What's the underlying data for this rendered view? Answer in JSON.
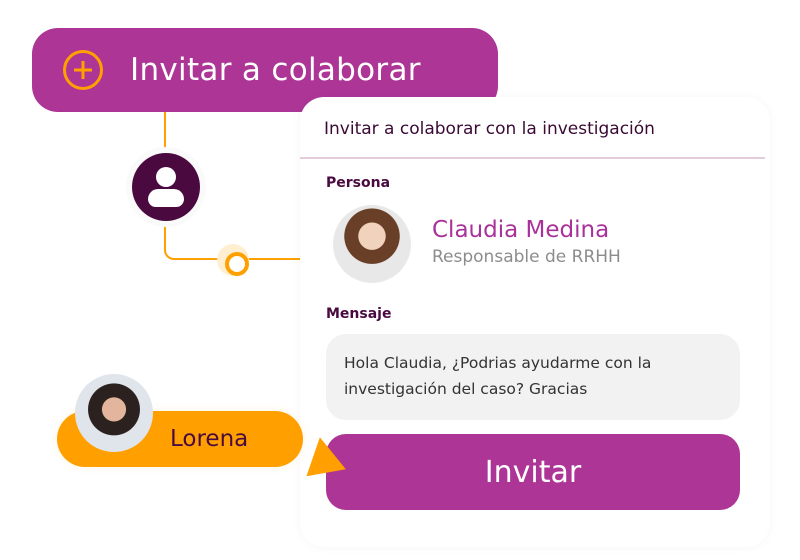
{
  "top_button": {
    "label": "Invitar a colaborar",
    "icon": "plus-circle-icon"
  },
  "colors": {
    "primary": "#AD3596",
    "accent": "#FFA000",
    "dark": "#4A0A40"
  },
  "card": {
    "title": "Invitar a colaborar con la investigación",
    "person_label": "Persona",
    "person": {
      "name": "Claudia Medina",
      "role": "Responsable de RRHH"
    },
    "message_label": "Mensaje",
    "message": "Hola Claudia, ¿Podrias ayudarme con la investigación del caso? Gracias",
    "submit_label": "Invitar"
  },
  "user": {
    "name": "Lorena"
  }
}
